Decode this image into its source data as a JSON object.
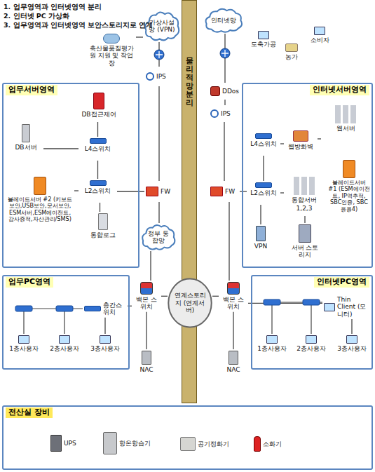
{
  "diagram": {
    "nodes": [
      {
        "text": [
          "축산물품질평가원 지원 및 작업장"
        ]
      },
      {
        "text": [
          "가상사설망 (VPN)"
        ]
      },
      {
        "text": [
          "인터넷망"
        ]
      },
      {
        "text": [
          "도축가공"
        ]
      },
      {
        "text": [
          "농가"
        ]
      },
      {
        "text": [
          "소비자"
        ]
      },
      {
        "text": [
          "물리적 망분리"
        ]
      },
      {
        "text": [
          "업무서버영역"
        ]
      },
      {
        "text": [
          "DB접근제어"
        ],
        "in": 7
      },
      {
        "text": [
          "DB서버"
        ],
        "in": 7
      },
      {
        "text": [
          "L4스위치"
        ],
        "in": 7
      },
      {
        "text": [
          "L2스위치"
        ],
        "in": 7
      },
      {
        "text": [
          "블레이드서버 #2 (키보드보안,USB보안,문서보안, ESM서버,ESM에이전트, 감사증적,자산관리/SMS)"
        ],
        "in": 7
      },
      {
        "text": [
          "통합로그"
        ],
        "in": 7
      },
      {
        "text": [
          "IPS"
        ]
      },
      {
        "text": [
          "FW"
        ]
      },
      {
        "text": [
          "정부 통합망"
        ]
      },
      {
        "text": [
          "DDos"
        ]
      },
      {
        "text": [
          "IPS"
        ]
      },
      {
        "text": [
          "FW"
        ]
      },
      {
        "text": [
          "인터넷서버영역"
        ]
      },
      {
        "text": [
          "L4스위치"
        ],
        "in": 20
      },
      {
        "text": [
          "웹방화벽"
        ],
        "in": 20
      },
      {
        "text": [
          "웹서버"
        ],
        "in": 20
      },
      {
        "text": [
          "L2스위치"
        ],
        "in": 20
      },
      {
        "text": [
          "통합서버",
          "1,2,3"
        ],
        "in": 20
      },
      {
        "text": [
          "블레이드서버 #1 (ESM에이전트, IP역추적, SBC인증, SBC응용4)"
        ],
        "in": 20
      },
      {
        "text": [
          "VPN"
        ],
        "in": 20
      },
      {
        "text": [
          "서버 스토리지"
        ],
        "in": 20
      },
      {
        "text": [
          "백본 스위치"
        ]
      },
      {
        "text": [
          "연계스토리지 (연계서버)"
        ]
      },
      {
        "text": [
          "백본 스위치"
        ]
      },
      {
        "text": [
          "업무PC영역"
        ]
      },
      {
        "text": [
          "층간스위치"
        ],
        "in": 32
      },
      {
        "text": [
          "1층사용자"
        ],
        "in": 32
      },
      {
        "text": [
          "2층사용자"
        ],
        "in": 32
      },
      {
        "text": [
          "3층사용자"
        ],
        "in": 32
      },
      {
        "text": [
          "NAC"
        ]
      },
      {
        "text": [
          "NAC"
        ]
      },
      {
        "text": [
          "인터넷PC영역"
        ]
      },
      {
        "text": [
          "Thin Client (모니터)"
        ],
        "in": 39
      },
      {
        "text": [
          "1층사용자"
        ],
        "in": 39
      },
      {
        "text": [
          "2층사용자"
        ],
        "in": 39
      },
      {
        "text": [
          "3층사용자"
        ],
        "in": 39
      },
      {
        "text": [
          "전산실 장비"
        ]
      },
      {
        "text": [
          "UPS"
        ],
        "in": 44
      },
      {
        "text": [
          "항온항습기"
        ],
        "in": 44
      },
      {
        "text": [
          "공기정화기"
        ],
        "in": 44
      },
      {
        "text": [
          "소화기"
        ],
        "in": 44
      }
    ],
    "edges": [
      {
        "from": 0,
        "to": 1,
        "arrow": "none"
      },
      {
        "from": 1,
        "to": 14,
        "arrow": "none"
      },
      {
        "from": 14,
        "to": 15,
        "arrow": "none"
      },
      {
        "from": 9,
        "to": 10,
        "arrow": "none"
      },
      {
        "from": 8,
        "to": 10,
        "arrow": "none"
      },
      {
        "from": 10,
        "to": 11,
        "arrow": "none"
      },
      {
        "from": 12,
        "to": 11,
        "arrow": "none"
      },
      {
        "from": 11,
        "to": 13,
        "arrow": "none"
      },
      {
        "from": 11,
        "to": 15,
        "arrow": "none"
      },
      {
        "from": 15,
        "to": 16,
        "arrow": "none"
      },
      {
        "from": 16,
        "to": 29,
        "arrow": "none"
      },
      {
        "from": 2,
        "to": 17,
        "arrow": "none"
      },
      {
        "from": 17,
        "to": 18,
        "arrow": "none"
      },
      {
        "from": 18,
        "to": 19,
        "arrow": "none"
      },
      {
        "from": 19,
        "to": 24,
        "arrow": "none"
      },
      {
        "from": 19,
        "to": 31,
        "arrow": "none"
      },
      {
        "from": 21,
        "to": 24,
        "arrow": "none"
      },
      {
        "from": 21,
        "to": 22,
        "arrow": "none"
      },
      {
        "from": 22,
        "to": 23,
        "arrow": "none"
      },
      {
        "from": 24,
        "to": 25,
        "arrow": "none"
      },
      {
        "from": 25,
        "to": 28,
        "arrow": "none"
      },
      {
        "from": 27,
        "to": 24,
        "arrow": "none"
      },
      {
        "from": 29,
        "to": 30,
        "arrow": "none"
      },
      {
        "from": 30,
        "to": 31,
        "arrow": "none"
      },
      {
        "from": 29,
        "to": 37,
        "arrow": "none"
      },
      {
        "from": 31,
        "to": 38,
        "arrow": "none"
      },
      {
        "from": 29,
        "to": 33,
        "arrow": "none"
      },
      {
        "from": 33,
        "to": 36,
        "arrow": "none"
      },
      {
        "from": 31,
        "to": 40,
        "arrow": "none"
      },
      {
        "from": 40,
        "to": 43,
        "arrow": "none"
      }
    ],
    "labels": [
      "1. 업무영역과 인터넷영역 분리",
      "2. 인터넷 PC 가상화",
      "3. 업무영역과 인터넷영역 보안스토리지로 연계"
    ]
  }
}
